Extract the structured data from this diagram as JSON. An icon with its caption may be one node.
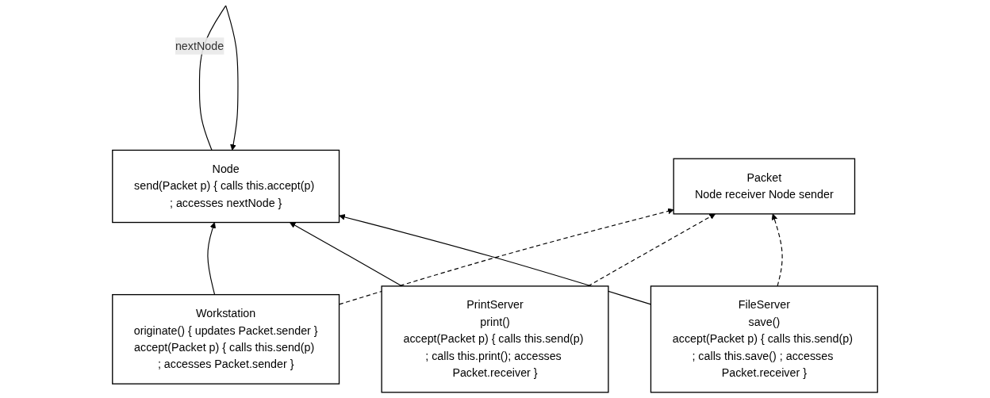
{
  "diagram": {
    "nodes": [
      {
        "text": [
          "Node",
          "send(Packet p) { calls this.accept(p) ; accesses nextNode }"
        ]
      },
      {
        "text": [
          "Packet",
          "Node receiver Node sender"
        ]
      },
      {
        "text": [
          "Workstation",
          "originate() { updates Packet.sender }",
          "accept(Packet p) { calls this.send(p) ; accesses Packet.sender }"
        ]
      },
      {
        "text": [
          "PrintServer",
          "print()",
          "accept(Packet p) { calls this.send(p) ; calls this.print(); accesses Packet.receiver }"
        ]
      },
      {
        "text": [
          "FileServer",
          "save()",
          "accept(Packet p) { calls this.send(p) ; calls this.save() ; accesses Packet.receiver }"
        ]
      }
    ],
    "edges": [
      {
        "from": 0,
        "to": 0,
        "arrow": "to",
        "label": "nextNode"
      },
      {
        "from": 2,
        "to": 0,
        "arrow": "to"
      },
      {
        "from": 3,
        "to": 0,
        "arrow": "to"
      },
      {
        "from": 4,
        "to": 0,
        "arrow": "to"
      },
      {
        "from": 2,
        "to": 1,
        "arrow": "to",
        "style": "dashed"
      },
      {
        "from": 3,
        "to": 1,
        "arrow": "to",
        "style": "dashed"
      },
      {
        "from": 4,
        "to": 1,
        "arrow": "to",
        "style": "dashed"
      }
    ]
  }
}
